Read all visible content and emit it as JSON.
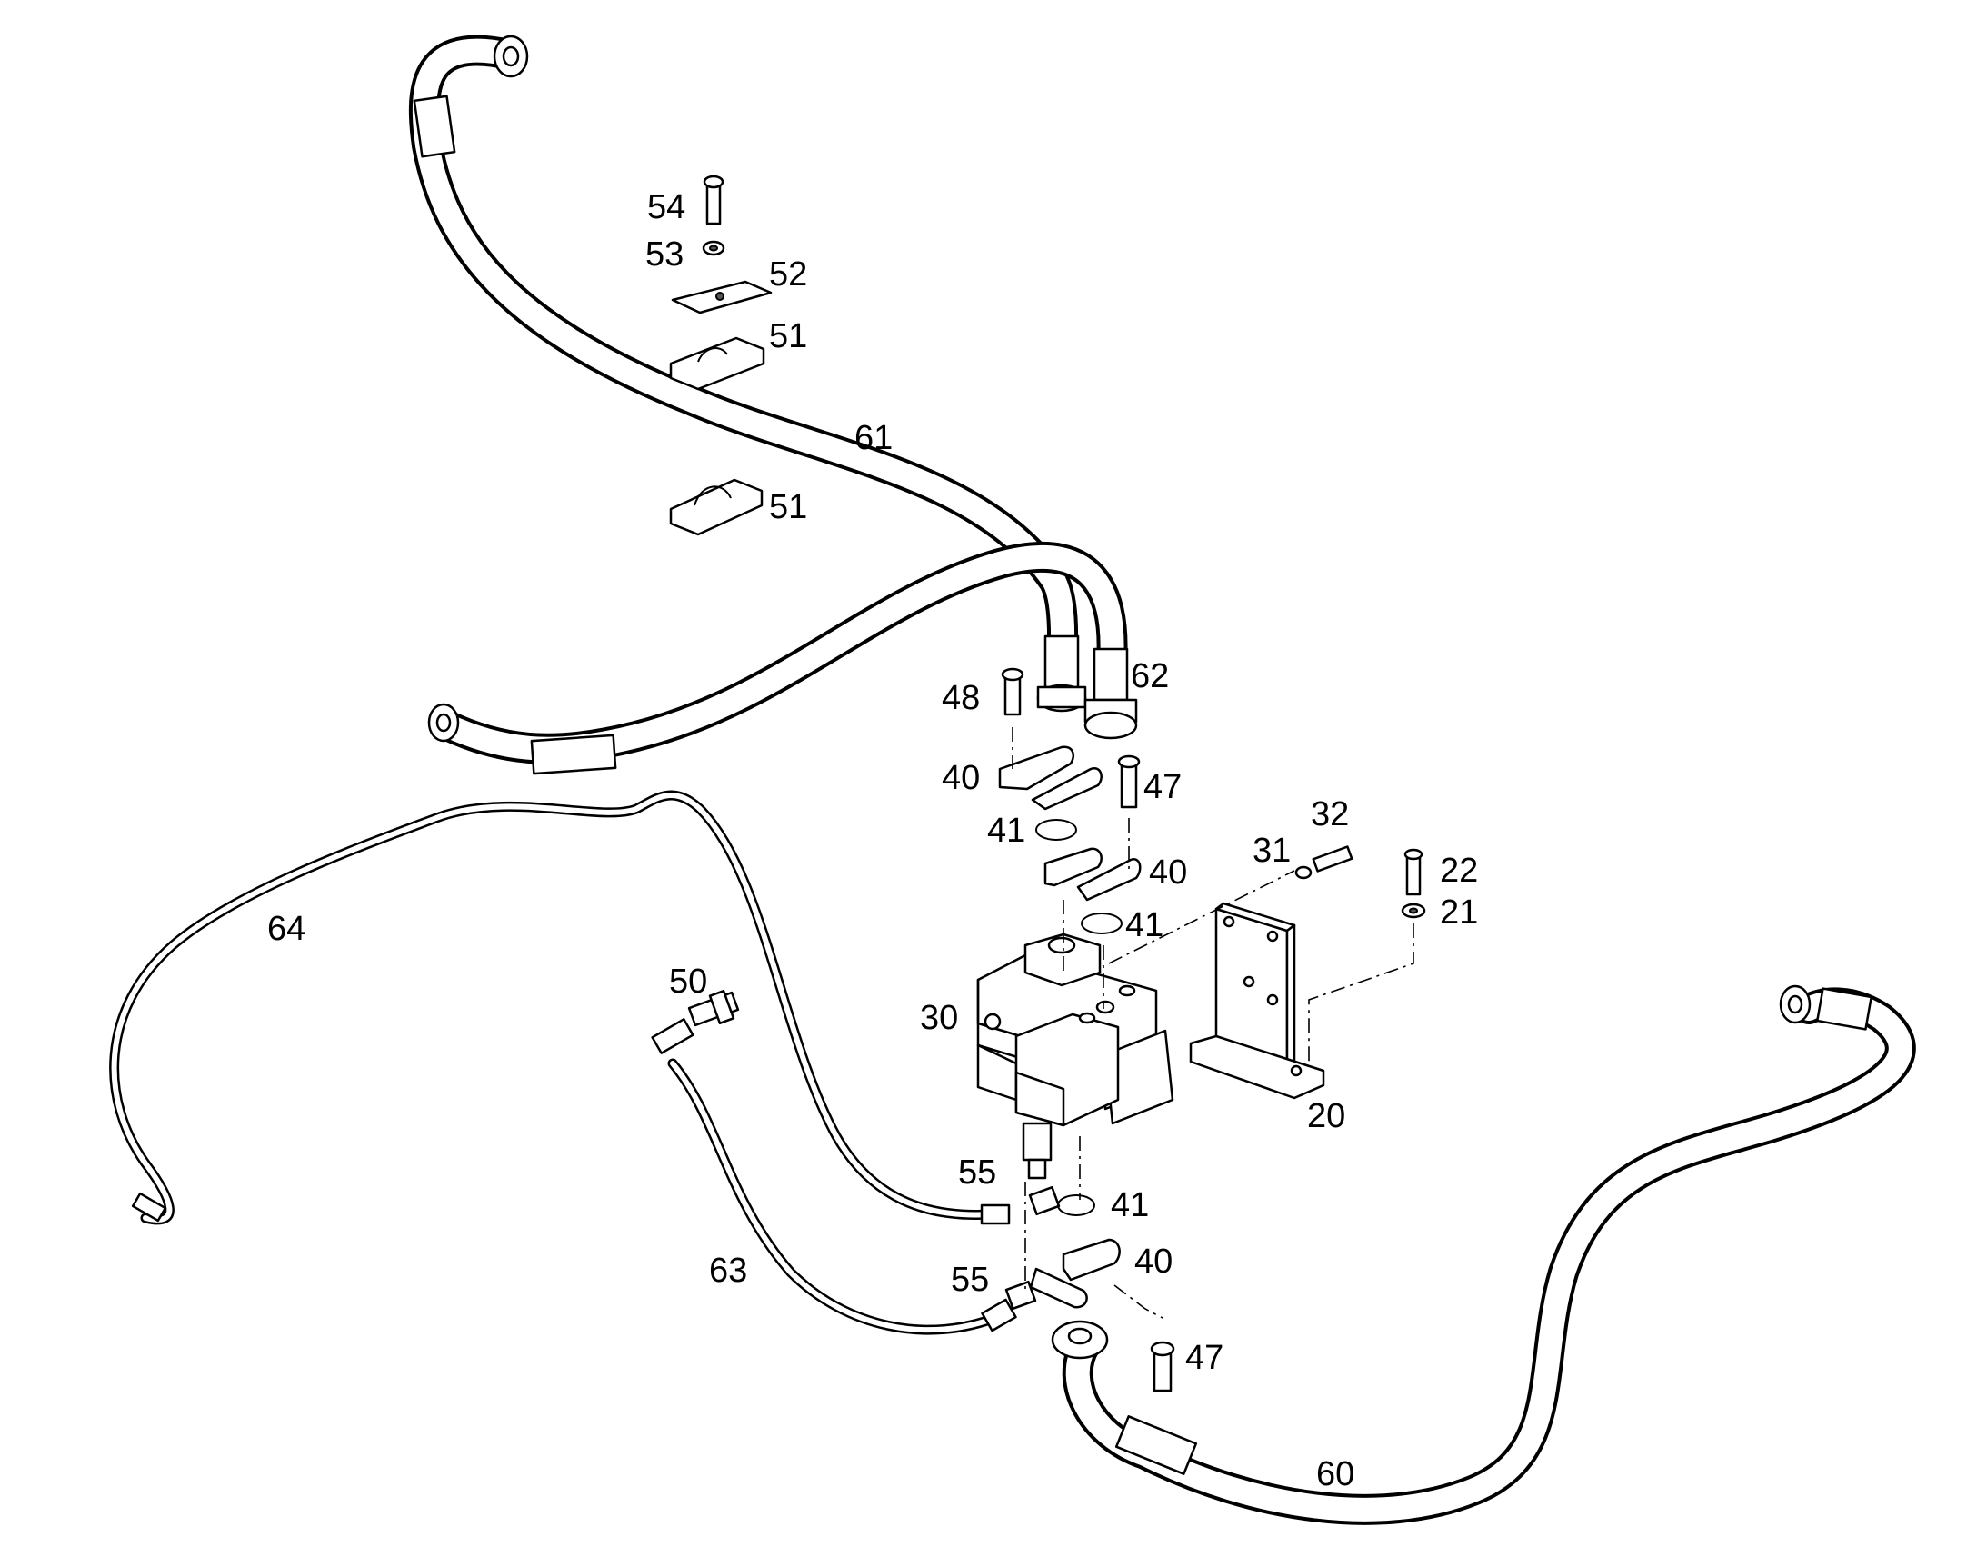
{
  "diagram": {
    "callouts": [
      {
        "id": "c54",
        "text": "54"
      },
      {
        "id": "c53",
        "text": "53"
      },
      {
        "id": "c52",
        "text": "52"
      },
      {
        "id": "c51a",
        "text": "51"
      },
      {
        "id": "c51b",
        "text": "51"
      },
      {
        "id": "c61",
        "text": "61"
      },
      {
        "id": "c62",
        "text": "62"
      },
      {
        "id": "c48",
        "text": "48"
      },
      {
        "id": "c40a",
        "text": "40"
      },
      {
        "id": "c47a",
        "text": "47"
      },
      {
        "id": "c41a",
        "text": "41"
      },
      {
        "id": "c40b",
        "text": "40"
      },
      {
        "id": "c41b",
        "text": "41"
      },
      {
        "id": "c32",
        "text": "32"
      },
      {
        "id": "c31",
        "text": "31"
      },
      {
        "id": "c22",
        "text": "22"
      },
      {
        "id": "c21",
        "text": "21"
      },
      {
        "id": "c64",
        "text": "64"
      },
      {
        "id": "c50",
        "text": "50"
      },
      {
        "id": "c30",
        "text": "30"
      },
      {
        "id": "c20",
        "text": "20"
      },
      {
        "id": "c55a",
        "text": "55"
      },
      {
        "id": "c41c",
        "text": "41"
      },
      {
        "id": "c63",
        "text": "63"
      },
      {
        "id": "c55b",
        "text": "55"
      },
      {
        "id": "c40c",
        "text": "40"
      },
      {
        "id": "c47b",
        "text": "47"
      },
      {
        "id": "c60",
        "text": "60"
      }
    ]
  }
}
